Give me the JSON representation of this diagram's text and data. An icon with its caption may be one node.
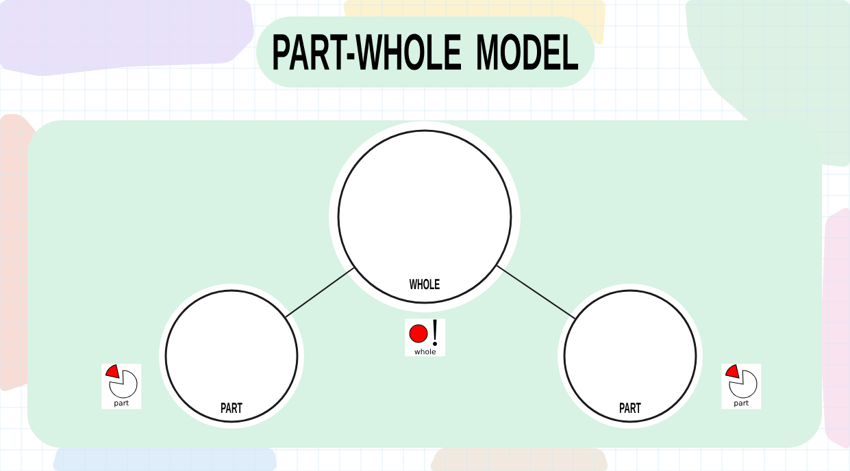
{
  "diagram": {
    "title": "PART-WHOLE MODEL",
    "nodes": [
      {
        "text": [
          "WHOLE"
        ]
      },
      {
        "text": [
          "PART"
        ]
      },
      {
        "text": [
          "PART"
        ]
      },
      {
        "text": [
          "whole"
        ]
      },
      {
        "text": [
          "part"
        ]
      },
      {
        "text": [
          "part"
        ]
      }
    ],
    "edges": [
      {
        "from": 0,
        "to": 1,
        "arrow": "none"
      },
      {
        "from": 0,
        "to": 2,
        "arrow": "none"
      }
    ]
  }
}
